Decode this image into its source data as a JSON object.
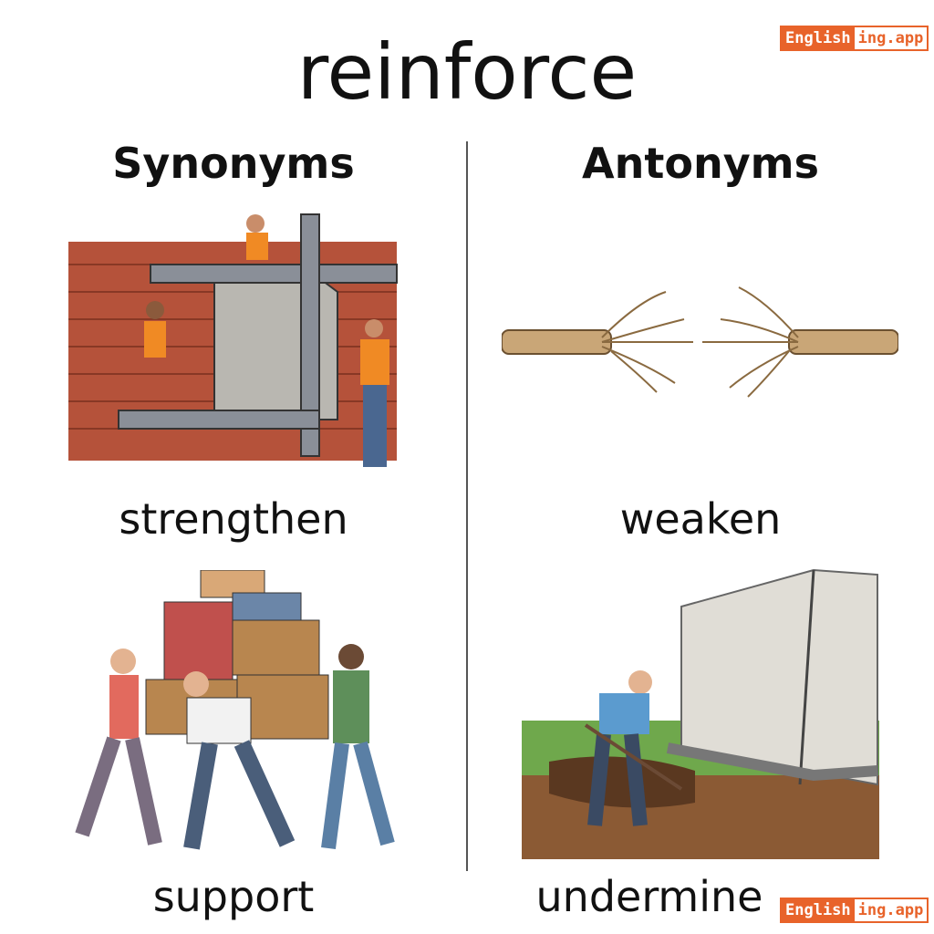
{
  "title": "reinforce",
  "synonyms": {
    "heading": "Synonyms",
    "words": [
      "strengthen",
      "support"
    ]
  },
  "antonyms": {
    "heading": "Antonyms",
    "words": [
      "weaken",
      "undermine"
    ]
  },
  "logo": {
    "part1": "English",
    "part2": "ing.app"
  },
  "colors": {
    "brand": "#e8632a"
  }
}
